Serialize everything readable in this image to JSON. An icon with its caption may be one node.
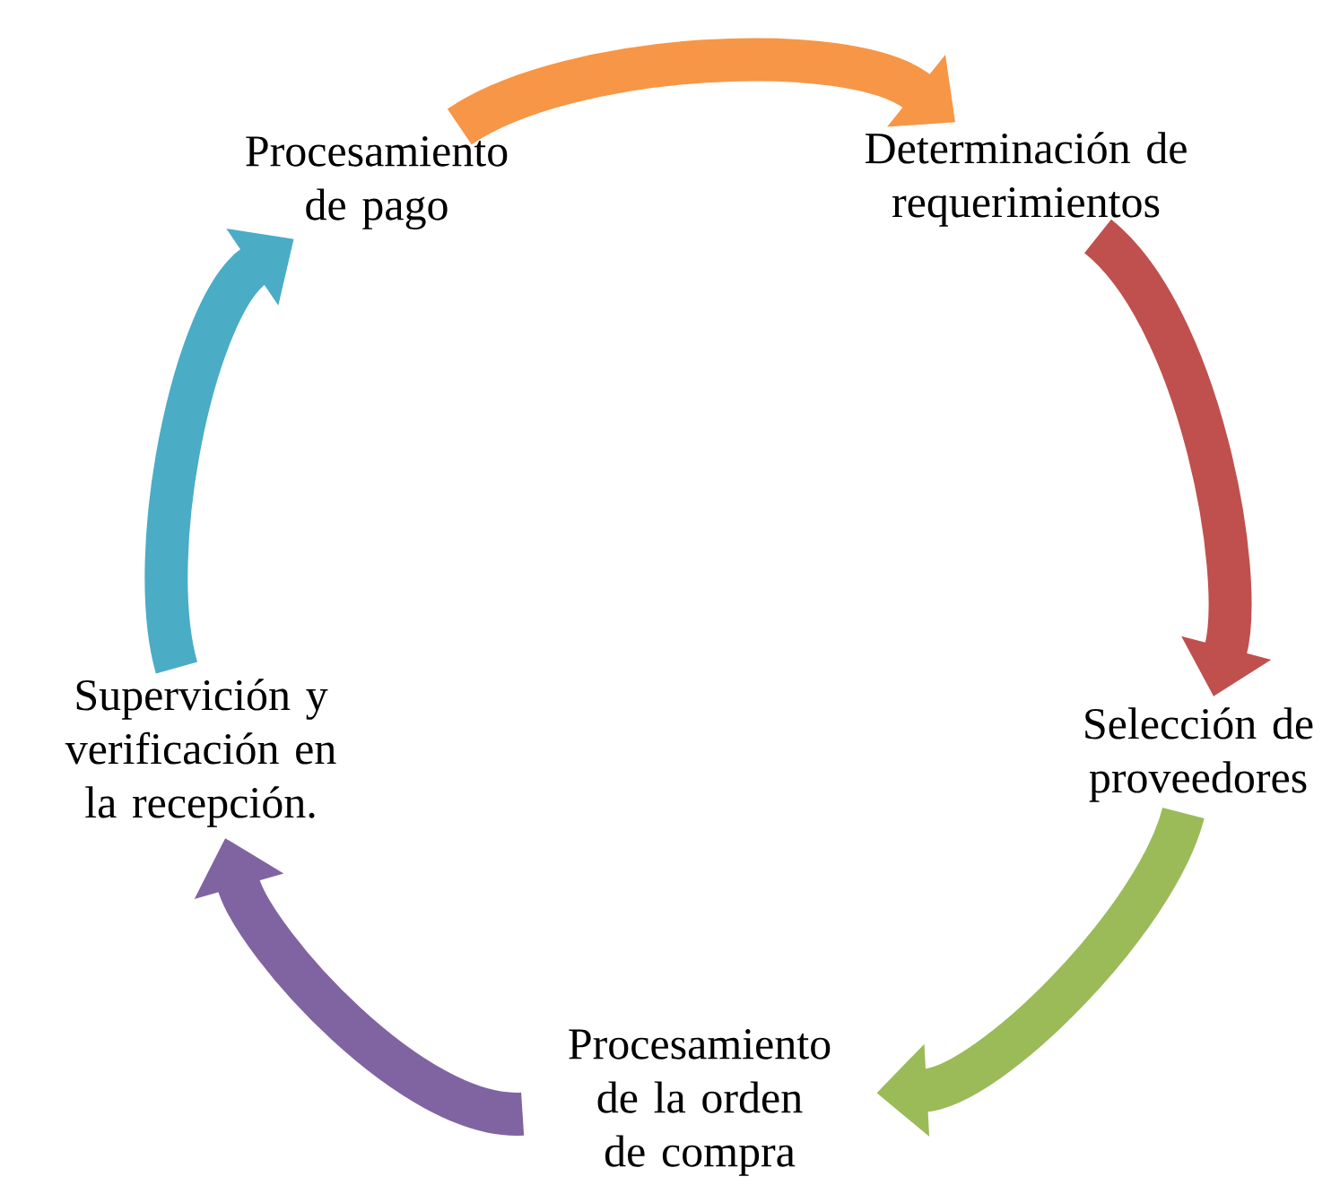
{
  "diagram": {
    "nodes": [
      {
        "text": [
          "Determinación de requerimientos"
        ]
      },
      {
        "text": [
          "Selección de proveedores"
        ]
      },
      {
        "text": [
          "Procesamiento de la orden de compra"
        ]
      },
      {
        "text": [
          "Supervición y verificación en la recepción."
        ]
      },
      {
        "text": [
          "Procesamiento de pago"
        ]
      }
    ],
    "edges": [
      {
        "from": 4,
        "to": 0,
        "arrow": "to",
        "color": "#f79646"
      },
      {
        "from": 0,
        "to": 1,
        "arrow": "to",
        "color": "#c0504d"
      },
      {
        "from": 1,
        "to": 2,
        "arrow": "to",
        "color": "#9bbb59"
      },
      {
        "from": 2,
        "to": 3,
        "arrow": "to",
        "color": "#8064a2"
      },
      {
        "from": 3,
        "to": 4,
        "arrow": "to",
        "color": "#4bacc6"
      }
    ]
  }
}
